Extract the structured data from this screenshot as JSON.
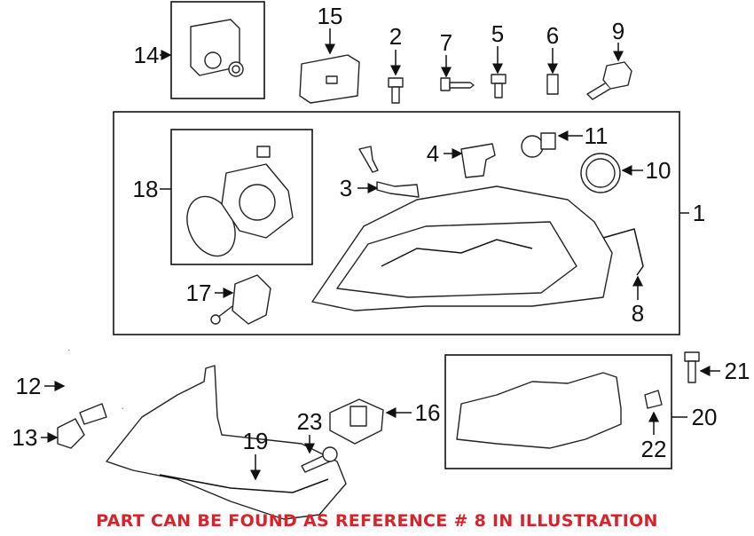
{
  "diagram": {
    "callouts": {
      "c1": "1",
      "c2": "2",
      "c3": "3",
      "c4": "4",
      "c5": "5",
      "c6": "6",
      "c7": "7",
      "c8": "8",
      "c9": "9",
      "c10": "10",
      "c11": "11",
      "c12": "12",
      "c13": "13",
      "c14": "14",
      "c15": "15",
      "c16": "16",
      "c17": "17",
      "c18": "18",
      "c19": "19",
      "c20": "20",
      "c21": "21",
      "c22": "22",
      "c23": "23"
    },
    "note": "PART CAN BE FOUND AS REFERENCE # 8 IN ILLUSTRATION",
    "note_color": "#d8232a"
  }
}
